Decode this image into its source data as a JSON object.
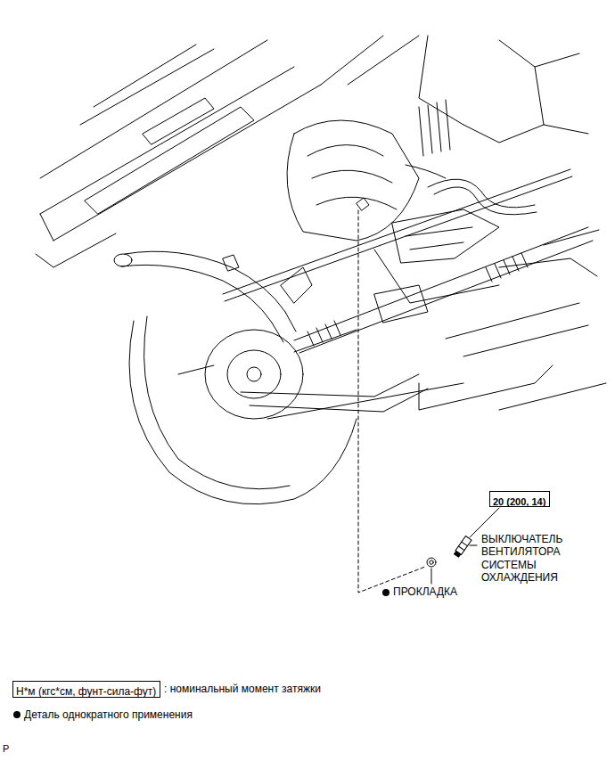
{
  "diagram": {
    "nodes": [
      {
        "text": [
          "20 (200, 14)"
        ]
      },
      {
        "text": [
          "Н*м (кгс*см, фунт-сила-фут)"
        ]
      }
    ],
    "labels": [
      "ВЫКЛЮЧАТЕЛЬ ВЕНТИЛЯТОРА СИСТЕМЫ ОХЛАЖДЕНИЯ",
      "ПРОКЛАДКА",
      "P"
    ],
    "legend": [
      {
        "text": ": номинальный момент затяжки"
      },
      {
        "text": "Деталь однократного применения"
      }
    ]
  }
}
